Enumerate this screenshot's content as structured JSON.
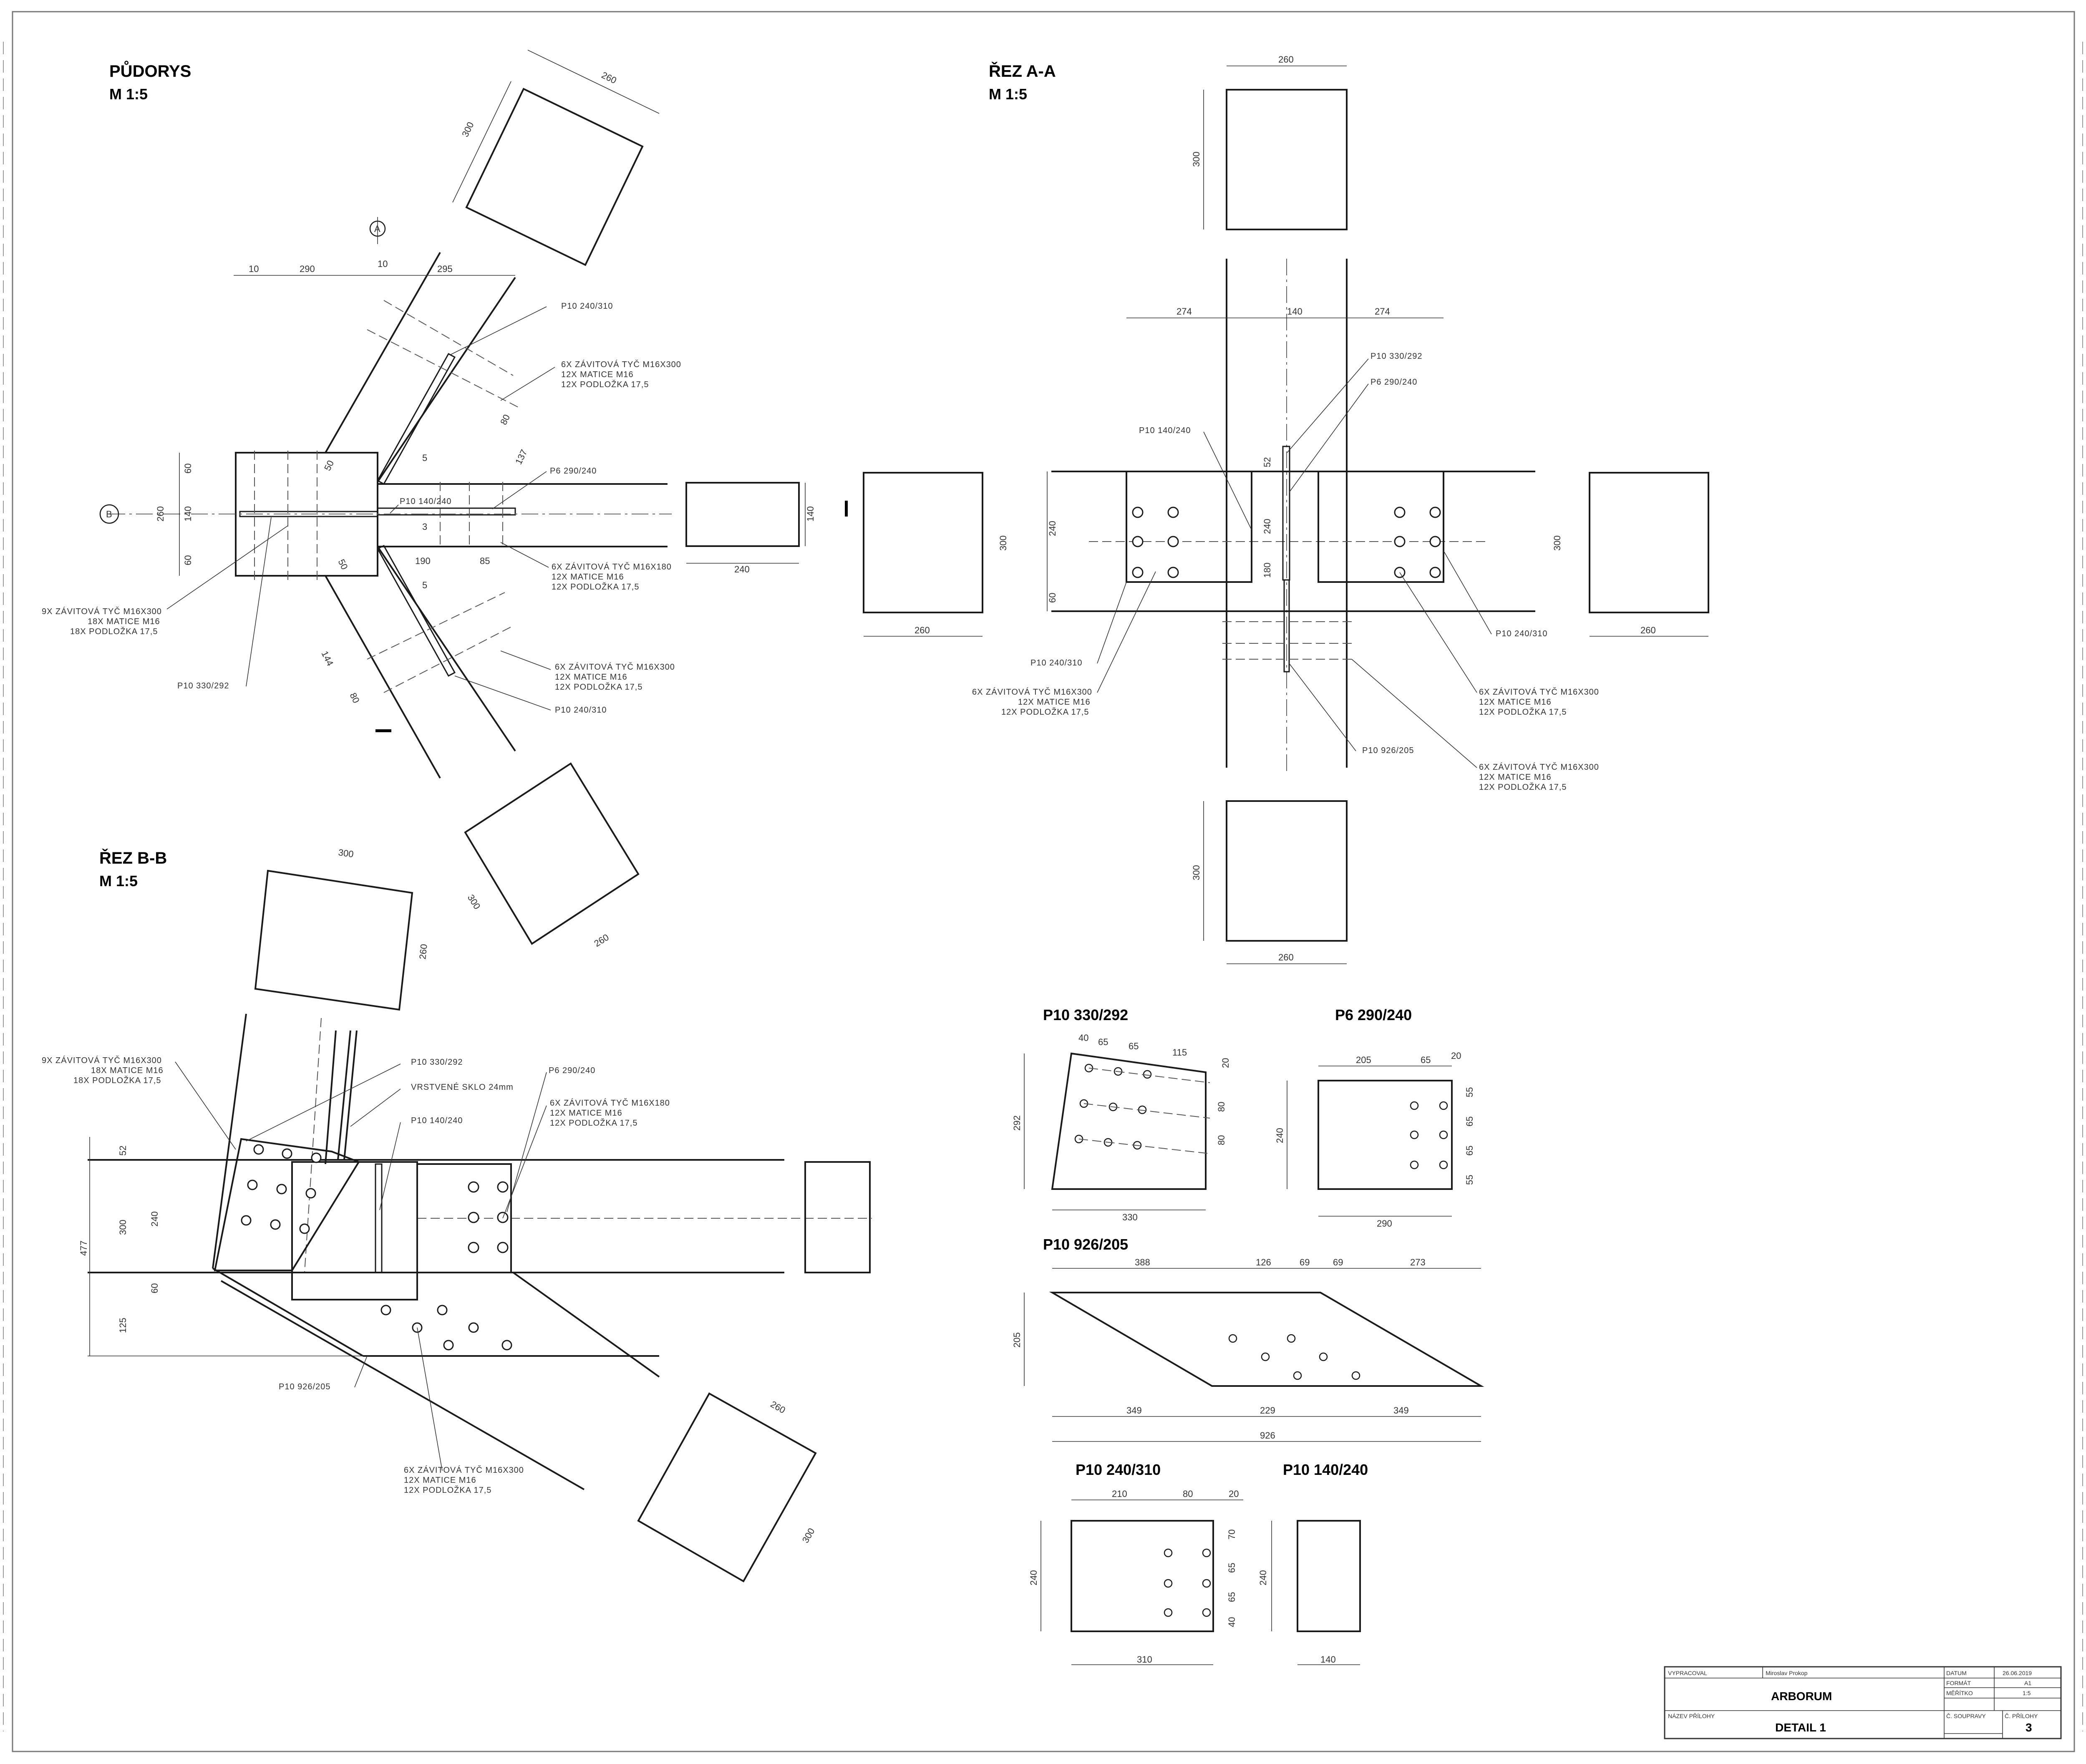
{
  "views": {
    "plan": {
      "title": "PŮDORYS",
      "scale": "M 1:5"
    },
    "section_aa": {
      "title": "ŘEZ A-A",
      "scale": "M 1:5"
    },
    "section_bb": {
      "title": "ŘEZ B-B",
      "scale": "M 1:5"
    }
  },
  "parts": {
    "p10_330_292": "P10 330/292",
    "p6_290_240": "P6 290/240",
    "p10_926_205": "P10 926/205",
    "p10_240_310": "P10 240/310",
    "p10_140_240": "P10 140/240"
  },
  "section_markers": {
    "a": "A",
    "b": "B"
  },
  "notes": {
    "bolts_9x300_line1": "9X ZÁVITOVÁ TYČ M16X300",
    "bolts_9x300_line2": "18X MATICE M16",
    "bolts_9x300_line3": "18X PODLOŽKA 17,5",
    "bolts_6x300_line1": "6X ZÁVITOVÁ TYČ M16X300",
    "bolts_6x180_line1": "6X ZÁVITOVÁ TYČ M16X180",
    "nuts_12": "12X MATICE M16",
    "washers_12": "12X PODLOŽKA 17,5",
    "glass": "VRSTVENÉ SKLO 24mm"
  },
  "dims": {
    "d10": "10",
    "d290": "290",
    "d295": "295",
    "d260": "260",
    "d300": "300",
    "d140": "140",
    "d60": "60",
    "d240": "240",
    "d274": "274",
    "d52": "52",
    "d190": "190",
    "d85": "85",
    "d80": "80",
    "d137": "137",
    "d144": "144",
    "d50": "50",
    "d5": "5",
    "d3": "3",
    "d477": "477",
    "d125": "125",
    "d180": "180",
    "d40": "40",
    "d65": "65",
    "d115": "115",
    "d20": "20",
    "d330": "330",
    "d292": "292",
    "d205": "205",
    "d55": "55",
    "d388": "388",
    "d126": "126",
    "d69": "69",
    "d273": "273",
    "d349": "349",
    "d229": "229",
    "d926": "926",
    "d210": "210",
    "d70": "70",
    "d310": "310"
  },
  "title_block": {
    "drawn_by_label": "VYPRACOVAL",
    "drawn_by": "Miroslav Prokop",
    "date_label": "DATUM",
    "date": "26.06.2019",
    "format_label": "FORMÁT",
    "format": "A1",
    "scale_label": "MĚŘÍTKO",
    "scale": "1:5",
    "project": "ARBORUM",
    "attachment_label": "NÁZEV PŘÍLOHY",
    "attachment": "DETAIL 1",
    "set_label": "Č. SOUPRAVY",
    "sheet_label": "Č. PŘÍLOHY",
    "sheet": "3"
  }
}
